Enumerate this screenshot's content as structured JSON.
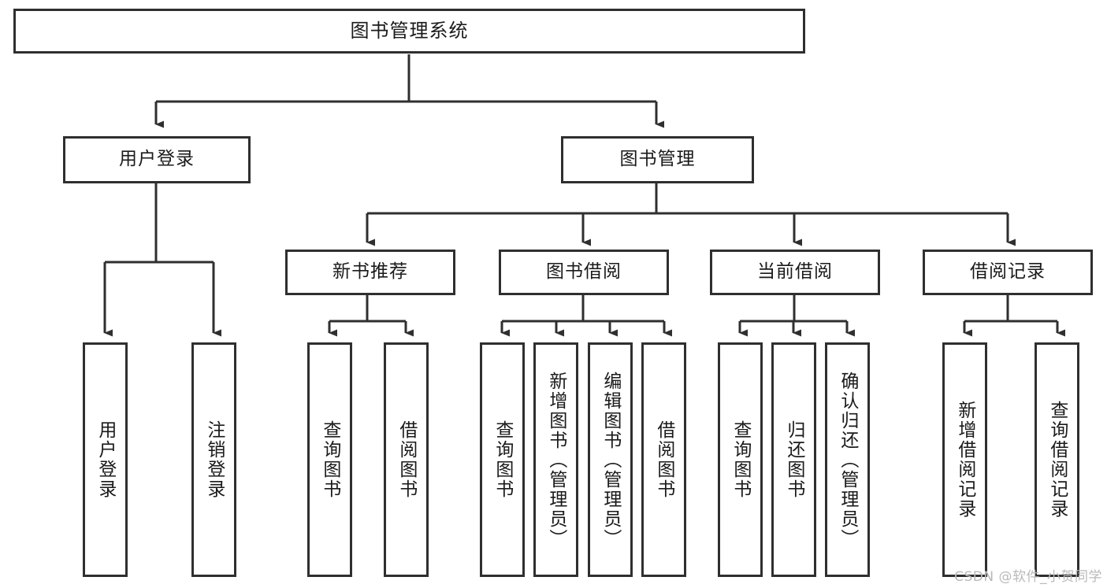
{
  "diagram": {
    "type": "tree-hierarchy",
    "title": "图书管理系统",
    "watermark": "CSDN @软件_小贺同学",
    "colors": {
      "border": "#2f2f2f",
      "background": "#ffffff",
      "text": "#1a1a1a",
      "edge": "#2f2f2f",
      "watermark": "#b9b9b9"
    },
    "nodes": {
      "root": {
        "label": "图书管理系统"
      },
      "level2": [
        {
          "label": "用户登录"
        },
        {
          "label": "图书管理"
        }
      ],
      "level3": [
        {
          "label": "新书推荐"
        },
        {
          "label": "图书借阅"
        },
        {
          "label": "当前借阅"
        },
        {
          "label": "借阅记录"
        }
      ],
      "leaves": {
        "user_login": [
          {
            "label": "用户登录"
          },
          {
            "label": "注销登录"
          }
        ],
        "new_book_recommend": [
          {
            "label": "查询图书"
          },
          {
            "label": "借阅图书"
          }
        ],
        "book_borrow": [
          {
            "label": "查询图书"
          },
          {
            "label": "新增图书（管理员）"
          },
          {
            "label": "编辑图书（管理员）"
          },
          {
            "label": "借阅图书"
          }
        ],
        "current_borrow": [
          {
            "label": "查询图书"
          },
          {
            "label": "归还图书"
          },
          {
            "label": "确认归还（管理员）"
          }
        ],
        "borrow_record": [
          {
            "label": "新增借阅记录"
          },
          {
            "label": "查询借阅记录"
          }
        ]
      }
    }
  }
}
